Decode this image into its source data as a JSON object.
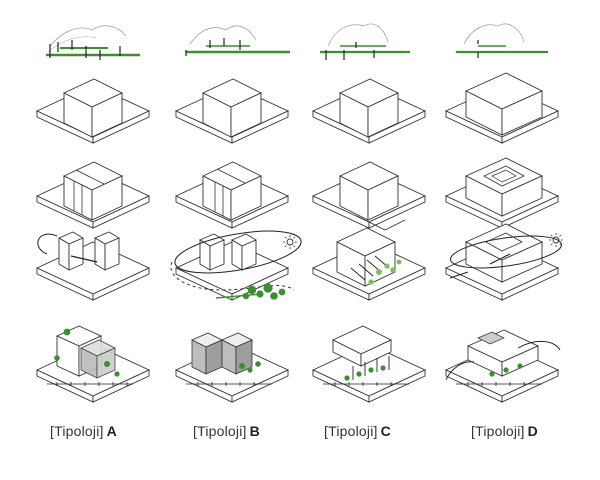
{
  "typologies": [
    {
      "bracket_text": "[Tipoloji]",
      "letter": "A"
    },
    {
      "bracket_text": "[Tipoloji]",
      "letter": "B"
    },
    {
      "bracket_text": "[Tipoloji]",
      "letter": "C"
    },
    {
      "bracket_text": "[Tipoloji]",
      "letter": "D"
    }
  ],
  "colors": {
    "line": "#333333",
    "green": "#3a8f2e",
    "light_green": "#7fbf5a"
  },
  "icons": [
    "sun-icon",
    "tree-icon",
    "arrow-icon"
  ]
}
